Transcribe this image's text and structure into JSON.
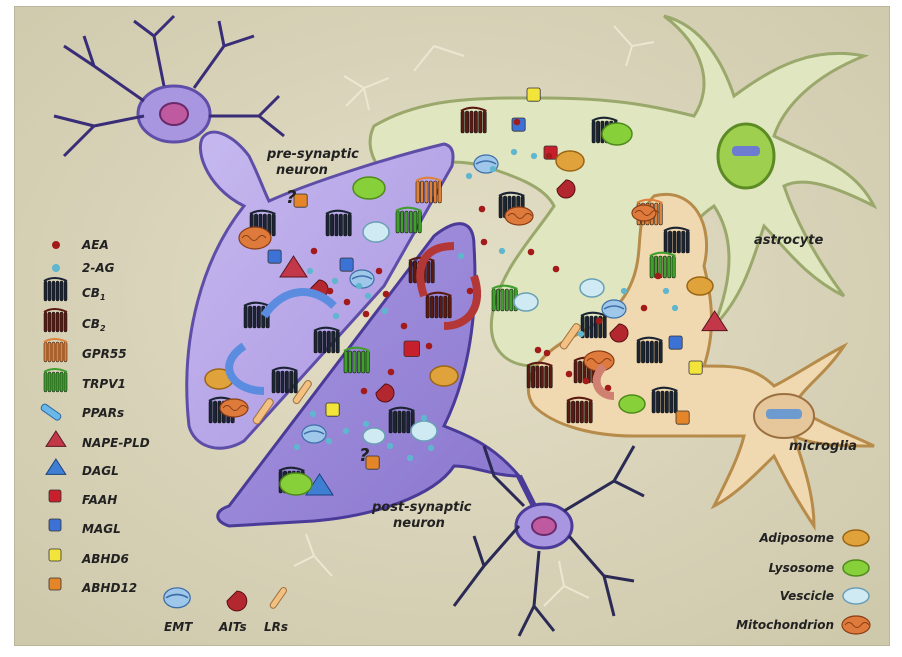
{
  "cell_labels": {
    "pre_line1": "pre-synaptic",
    "pre_line2": "neuron",
    "post_line1": "post-synaptic",
    "post_line2": "neuron",
    "astrocyte": "astrocyte",
    "microglia": "microglia",
    "question": "?"
  },
  "legend_left": [
    {
      "key": "aea",
      "label": "AEA"
    },
    {
      "key": "2ag",
      "label": "2-AG"
    },
    {
      "key": "cb1",
      "label": "CB",
      "sub": "1"
    },
    {
      "key": "cb2",
      "label": "CB",
      "sub": "2"
    },
    {
      "key": "gpr55",
      "label": "GPR55"
    },
    {
      "key": "trpv1",
      "label": "TRPV1"
    },
    {
      "key": "ppars",
      "label": "PPARs"
    },
    {
      "key": "napepld",
      "label": "NAPE-PLD"
    },
    {
      "key": "dagl",
      "label": "DAGL"
    },
    {
      "key": "faah",
      "label": "FAAH"
    },
    {
      "key": "magl",
      "label": "MAGL"
    },
    {
      "key": "abhd6",
      "label": "ABHD6"
    },
    {
      "key": "abhd12",
      "label": "ABHD12"
    }
  ],
  "legend_bottom": [
    {
      "key": "emt",
      "label": "EMT"
    },
    {
      "key": "aits",
      "label": "AITs"
    },
    {
      "key": "lrs",
      "label": "LRs"
    }
  ],
  "legend_right": [
    {
      "key": "adiposome",
      "label": "Adiposome"
    },
    {
      "key": "lysosome",
      "label": "Lysosome"
    },
    {
      "key": "vescicle",
      "label": "Vescicle"
    },
    {
      "key": "mitochondrion",
      "label": "Mitochondrion"
    }
  ],
  "colors": {
    "background": "#ddd8bf",
    "pre_neuron": "#b9a9e8",
    "post_neuron": "#9a86d8",
    "astrocyte": "#dfe6c0",
    "microglia": "#f0d9b0",
    "aea": "#a31a1a",
    "2ag": "#5fb6cf",
    "cb1": "#1b2433",
    "cb2": "#5a1a12",
    "gpr55": "#e0813a",
    "trpv1": "#3f9e2c",
    "ppars": "#6ab7ea",
    "napepld": "#c23848",
    "dagl": "#3f7fd3",
    "faah": "#c81f2d",
    "magl": "#3c72d6",
    "abhd6": "#f2e43a",
    "abhd12": "#e4852a",
    "adiposome": "#e0a23a",
    "lysosome": "#88d03a",
    "vescicle": "#cfeaf2",
    "mitochondrion": "#dd7a3c",
    "arrow_blue": "#5b8ce0",
    "arrow_red": "#b43737"
  }
}
